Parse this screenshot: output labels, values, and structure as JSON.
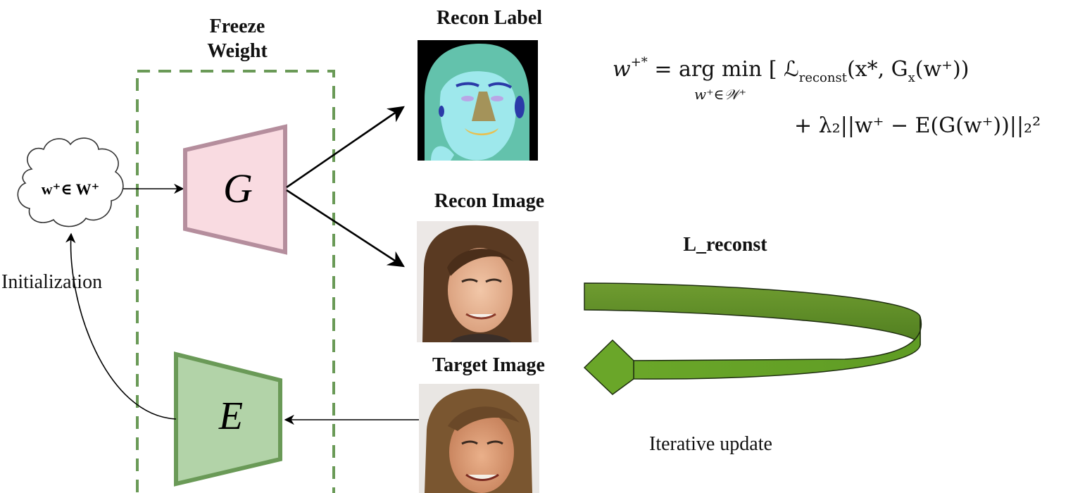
{
  "labels": {
    "freeze_weight_line1": "Freeze",
    "freeze_weight_line2": "Weight",
    "recon_label": "Recon Label",
    "recon_image": "Recon Image",
    "target_image": "Target Image",
    "l_reconst": "L_reconst",
    "initialization": "Initialization",
    "iterative_update": "Iterative update",
    "latent": "w⁺∈ W⁺",
    "generator": "G",
    "encoder": "E"
  },
  "formula": {
    "line1_lhs": "w",
    "line1_lhs_sup": "+*",
    "line1_eq": "= arg min [ ",
    "line1_loss": "ℒ",
    "line1_loss_sub": "reconst",
    "line1_args": "(x*, G",
    "line1_gx_sub": "x",
    "line1_tail": "(w⁺))",
    "line1_under": "w⁺∈𝒲⁺",
    "line2": "+ λ₂||w⁺ − E(G(w⁺))||₂²"
  },
  "colors": {
    "generator_fill": "#f9dbe1",
    "generator_stroke": "#b58e9d",
    "encoder_fill": "#b2d3a8",
    "encoder_stroke": "#6a9a57",
    "frame_dash": "#6a9a57",
    "loop_arrow": "#5f8f2a",
    "label_bg": "#000000",
    "label_hair": "#63c2ac",
    "label_face": "#9ee8ec"
  }
}
